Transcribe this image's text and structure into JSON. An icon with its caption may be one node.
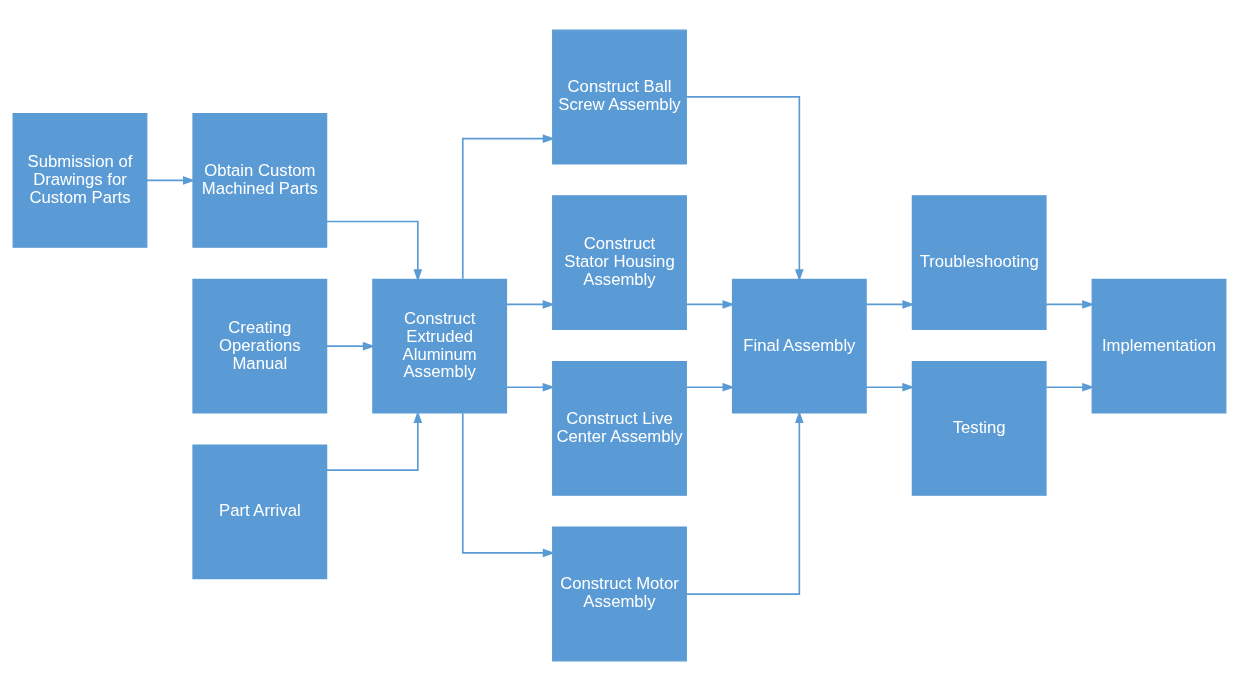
{
  "diagram": {
    "nodes": [
      {
        "text": [
          "Submission of Drawings for Custom Parts"
        ]
      },
      {
        "text": [
          "Creating Operations Manual"
        ]
      },
      {
        "text": [
          "Obtain Custom Machined Parts"
        ]
      },
      {
        "text": [
          "Part Arrival"
        ]
      },
      {
        "text": [
          "Construct Extruded Aluminum Assembly"
        ]
      },
      {
        "text": [
          "Construct Ball Screw Assembly"
        ]
      },
      {
        "text": [
          "Construct Stator Housing Assembly"
        ]
      },
      {
        "text": [
          "Construct Live Center Assembly"
        ]
      },
      {
        "text": [
          "Construct Motor Assembly"
        ]
      },
      {
        "text": [
          "Final Assembly"
        ]
      },
      {
        "text": [
          "Troubleshooting"
        ]
      },
      {
        "text": [
          "Testing"
        ]
      },
      {
        "text": [
          "Implementation"
        ]
      }
    ],
    "edges": [
      {
        "from": 0,
        "to": 2,
        "arrow": "to"
      },
      {
        "from": 1,
        "to": 4,
        "arrow": "to"
      },
      {
        "from": 2,
        "to": 4,
        "arrow": "to"
      },
      {
        "from": 3,
        "to": 4,
        "arrow": "to"
      },
      {
        "from": 4,
        "to": 5,
        "arrow": "to"
      },
      {
        "from": 4,
        "to": 6,
        "arrow": "to"
      },
      {
        "from": 4,
        "to": 7,
        "arrow": "to"
      },
      {
        "from": 4,
        "to": 8,
        "arrow": "to"
      },
      {
        "from": 5,
        "to": 9,
        "arrow": "to"
      },
      {
        "from": 6,
        "to": 9,
        "arrow": "to"
      },
      {
        "from": 7,
        "to": 9,
        "arrow": "to"
      },
      {
        "from": 8,
        "to": 9,
        "arrow": "to"
      },
      {
        "from": 9,
        "to": 10,
        "arrow": "to"
      },
      {
        "from": 9,
        "to": 11,
        "arrow": "to"
      },
      {
        "from": 10,
        "to": 12,
        "arrow": "to"
      },
      {
        "from": 11,
        "to": 12,
        "arrow": "to"
      }
    ]
  }
}
